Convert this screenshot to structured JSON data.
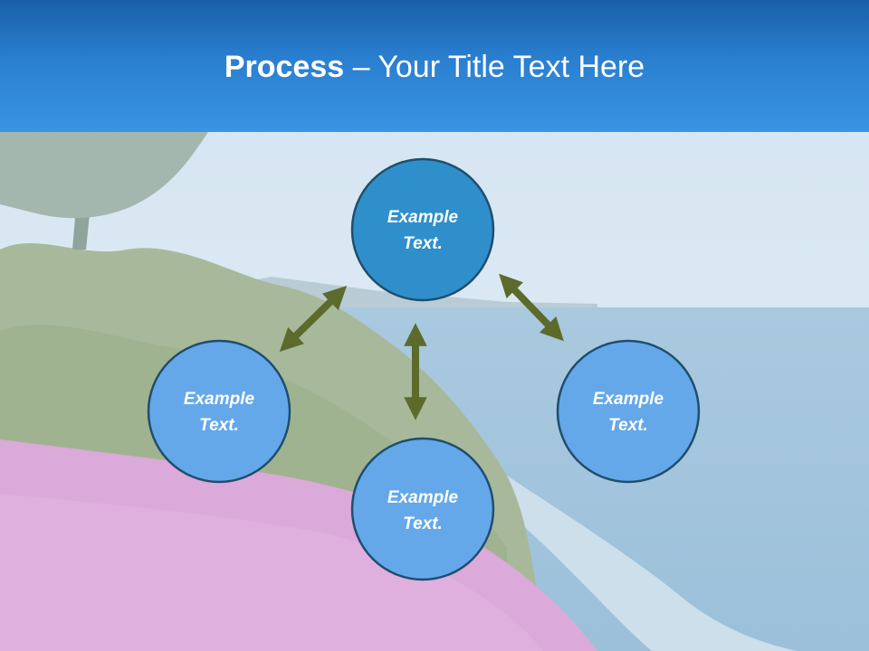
{
  "title": {
    "bold": "Process",
    "rest": " – Your Title Text Here"
  },
  "colors": {
    "title_bar": "#2a7fd0",
    "center_node": "#2f8fcb",
    "outer_node": "#64a8ea",
    "node_border": "#1f4e6e",
    "arrow": "#5c6a2c"
  },
  "nodes": {
    "top": {
      "line1": "Example",
      "line2": "Text."
    },
    "left": {
      "line1": "Example",
      "line2": "Text."
    },
    "right": {
      "line1": "Example",
      "line2": "Text."
    },
    "bottom": {
      "line1": "Example",
      "line2": "Text."
    }
  }
}
